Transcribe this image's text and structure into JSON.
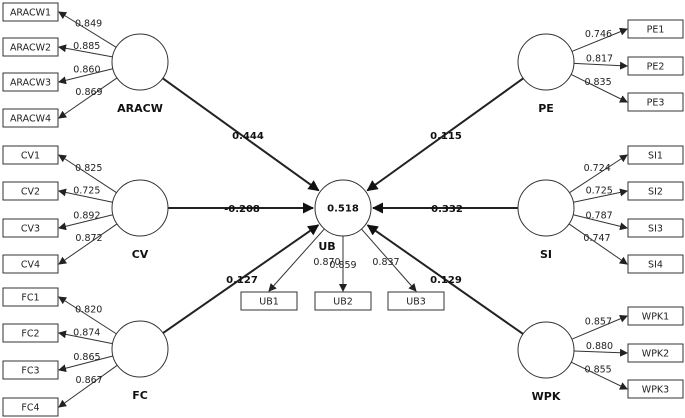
{
  "constructs": {
    "ARACW": {
      "label": "ARACW",
      "indicators": [
        "ARACW1",
        "ARACW2",
        "ARACW3",
        "ARACW4"
      ],
      "loadings": [
        "0.849",
        "0.885",
        "0.860",
        "0.869"
      ]
    },
    "CV": {
      "label": "CV",
      "indicators": [
        "CV1",
        "CV2",
        "CV3",
        "CV4"
      ],
      "loadings": [
        "0.825",
        "0.725",
        "0.892",
        "0.872"
      ]
    },
    "FC": {
      "label": "FC",
      "indicators": [
        "FC1",
        "FC2",
        "FC3",
        "FC4"
      ],
      "loadings": [
        "0.820",
        "0.874",
        "0.865",
        "0.867"
      ]
    },
    "PE": {
      "label": "PE",
      "indicators": [
        "PE1",
        "PE2",
        "PE3"
      ],
      "loadings": [
        "0.746",
        "0.817",
        "0.835"
      ]
    },
    "SI": {
      "label": "SI",
      "indicators": [
        "SI1",
        "SI2",
        "SI3",
        "SI4"
      ],
      "loadings": [
        "0.724",
        "0.725",
        "0.787",
        "0.747"
      ]
    },
    "WPK": {
      "label": "WPK",
      "indicators": [
        "WPK1",
        "WPK2",
        "WPK3"
      ],
      "loadings": [
        "0.857",
        "0.880",
        "0.855"
      ]
    },
    "UB": {
      "label": "UB",
      "r2": "0.518",
      "indicators": [
        "UB1",
        "UB2",
        "UB3"
      ],
      "loadings": [
        "0.870",
        "0.859",
        "0.837"
      ]
    }
  },
  "paths": {
    "ARACW": "0.444",
    "CV": "-0.208",
    "FC": "0.127",
    "PE": "0.115",
    "SI": "0.332",
    "WPK": "0.129"
  }
}
